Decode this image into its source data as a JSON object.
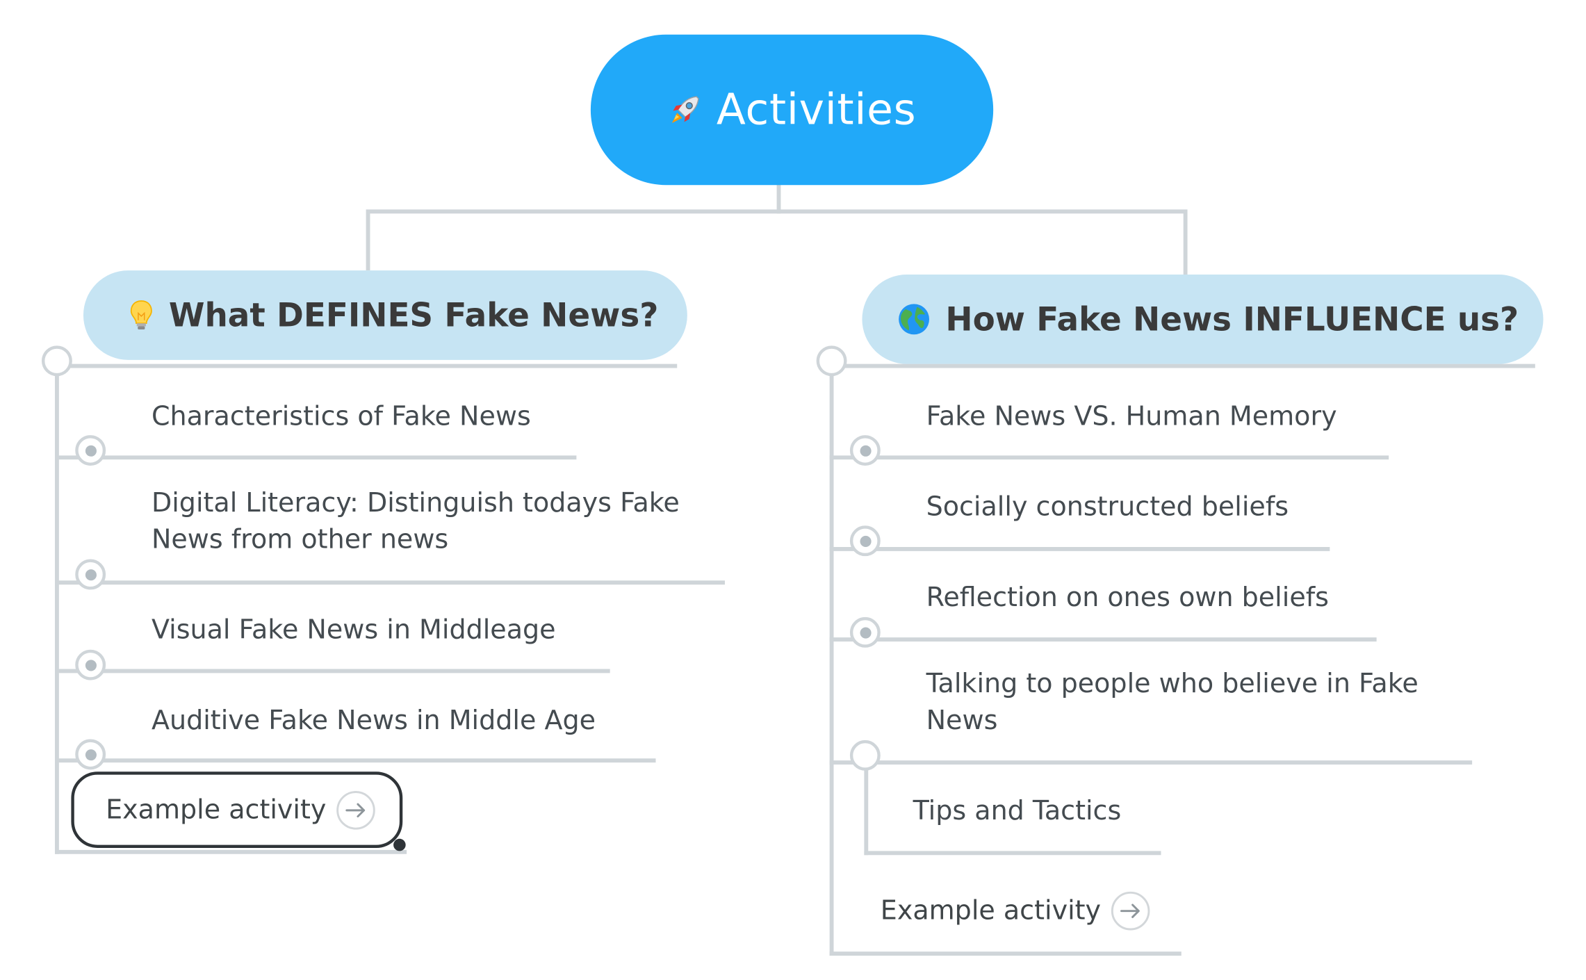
{
  "colors": {
    "root_fill": "#21a9f9",
    "branch_fill": "#c6e4f3",
    "connector": "#cfd5d9",
    "text": "#444b50"
  },
  "root": {
    "icon": "rocket-icon",
    "title": "Activities"
  },
  "branches": [
    {
      "icon": "light-bulb-icon",
      "title": "What DEFINES Fake News?",
      "items": [
        "Characteristics of Fake News",
        "Digital Literacy: Distinguish todays Fake News from other news",
        "Visual Fake News in Middleage",
        "Auditive Fake News in Middle Age"
      ],
      "example": "Example activity"
    },
    {
      "icon": "globe-icon",
      "title": "How Fake News INFLUENCE us?",
      "items": [
        "Fake News VS. Human Memory",
        "Socially constructed beliefs",
        "Reflection on ones own beliefs",
        "Talking to people who believe in Fake News"
      ],
      "subitems": [
        "Tips and Tactics"
      ],
      "example": "Example activity"
    }
  ]
}
